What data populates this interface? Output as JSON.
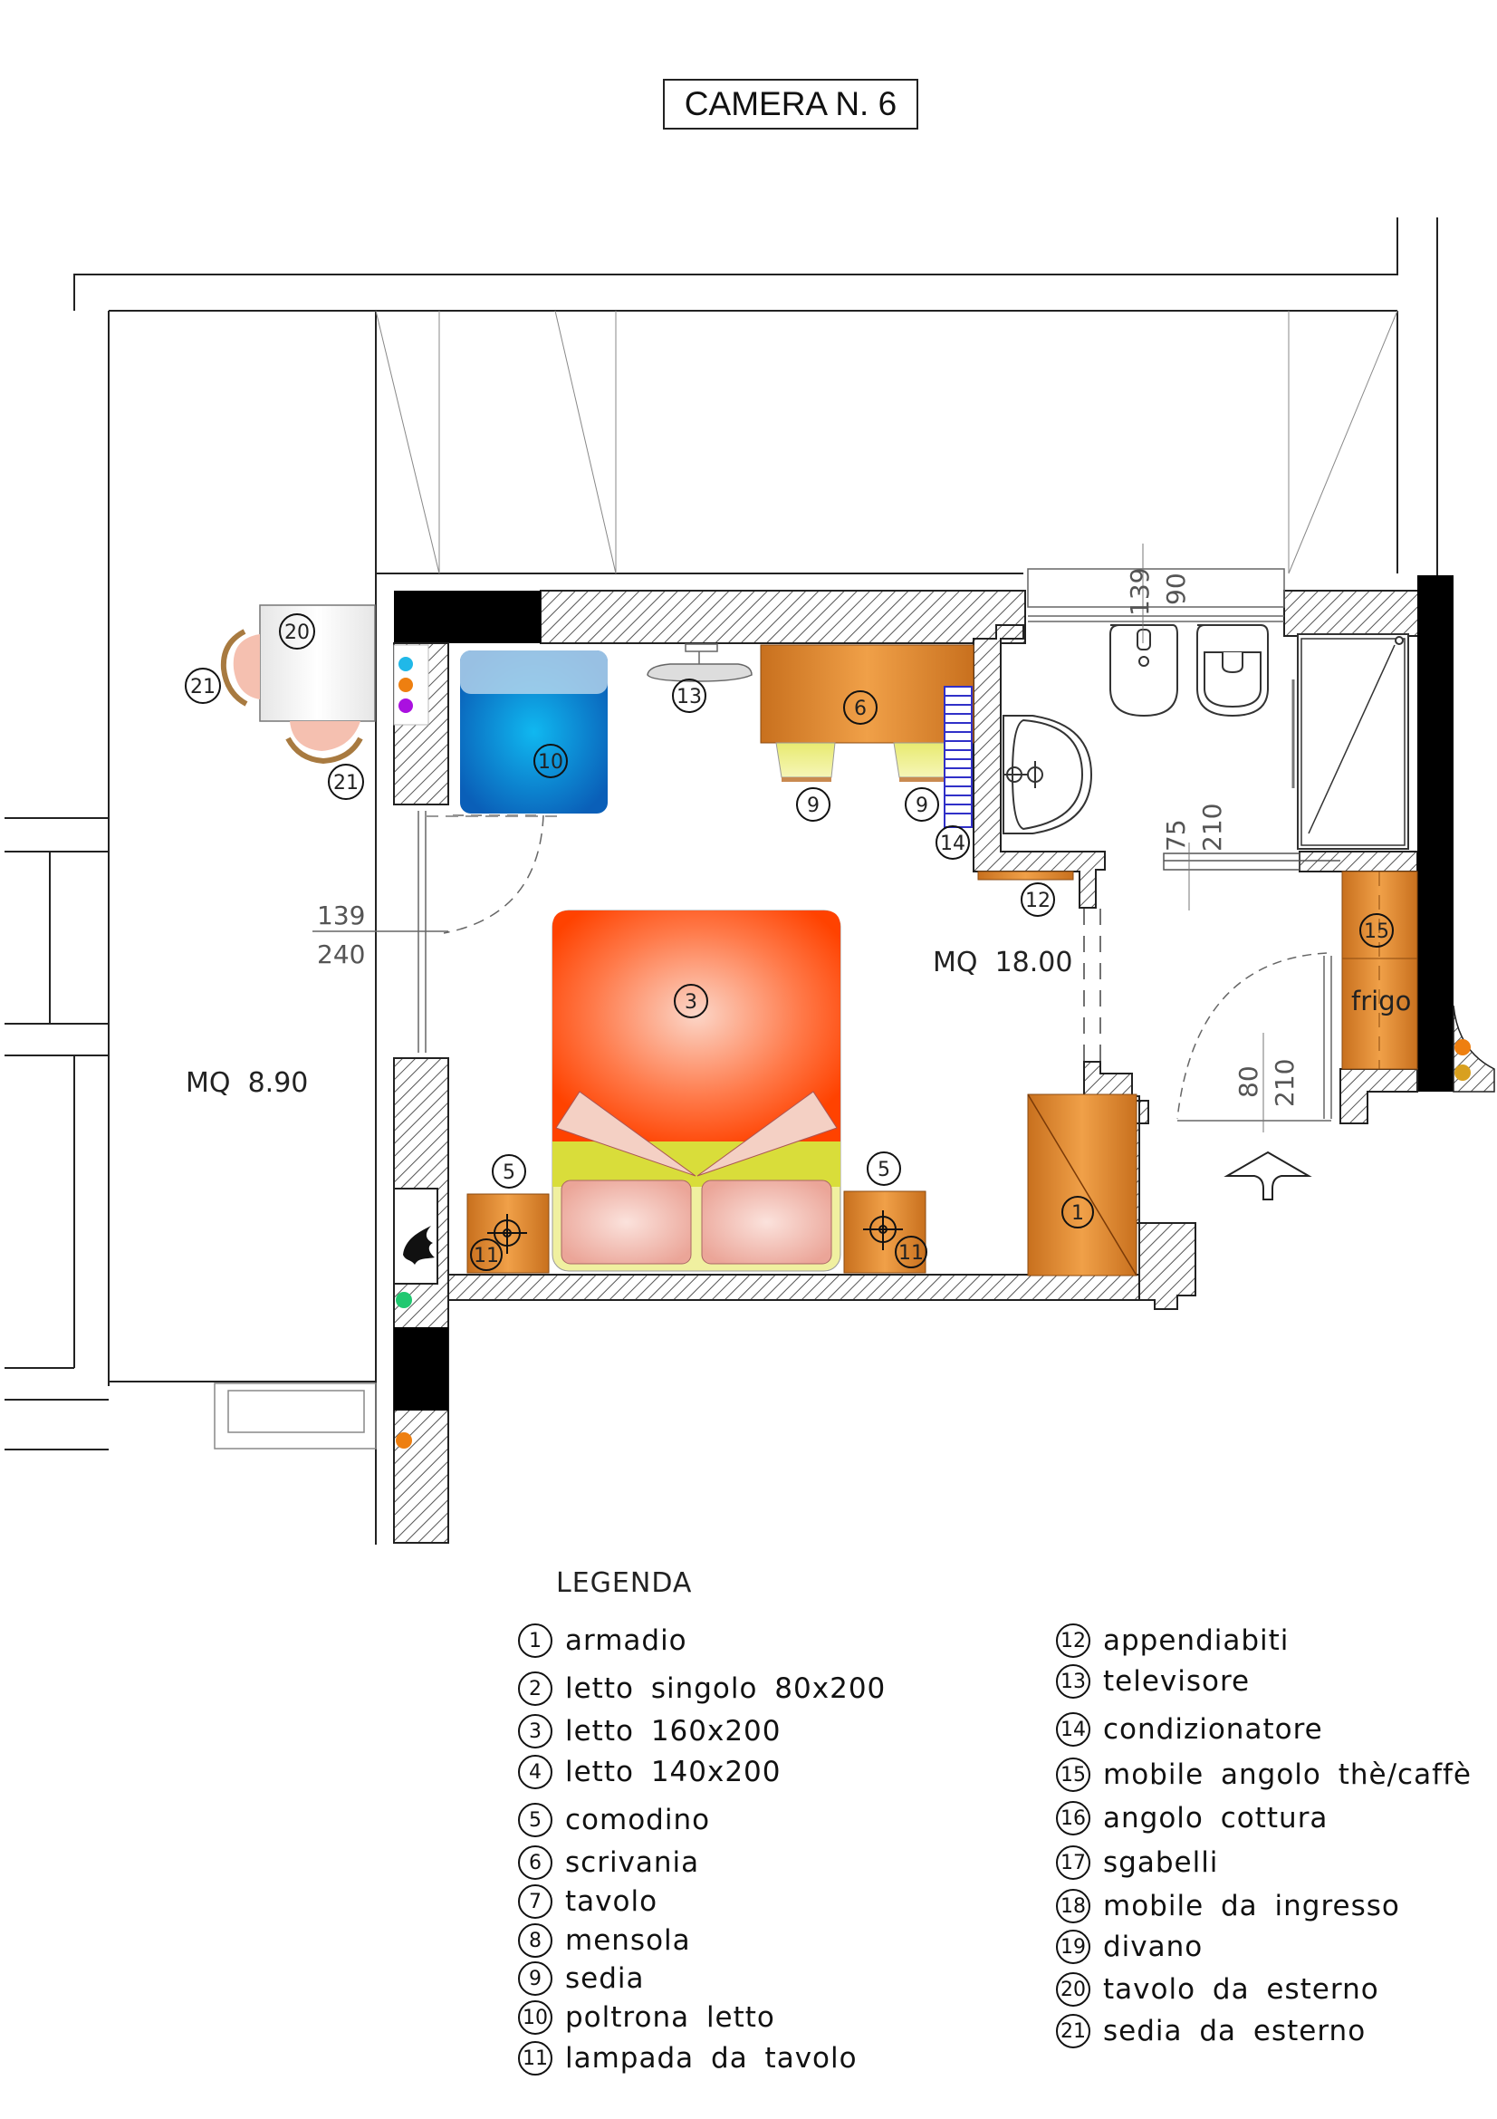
{
  "header": {
    "title": "CAMERA N. 6"
  },
  "plan": {
    "room_area": "MQ  18.00",
    "terrace_area": "MQ  8.90",
    "dimensions": {
      "window_left_top": "139",
      "window_left_bottom": "240",
      "window_bath_a": "139",
      "window_bath_b": "90",
      "bath_door_a": "75",
      "bath_door_b": "210",
      "entry_door_a": "80",
      "entry_door_b": "210"
    },
    "markers": {
      "m1": "1",
      "m3": "3",
      "m5a": "5",
      "m5b": "5",
      "m6": "6",
      "m9a": "9",
      "m9b": "9",
      "m10": "10",
      "m11a": "11",
      "m11b": "11",
      "m12": "12",
      "m13": "13",
      "m14": "14",
      "m15": "15",
      "m20": "20",
      "m21a": "21",
      "m21b": "21"
    },
    "fridge_label": "frigo",
    "colors": {
      "wardrobe": "#e0882e",
      "bed_cover": "#ff4a0a",
      "bed_base": "#e0e050",
      "armchair_bed": "#0a7fd6",
      "chair": "#f0f07a",
      "air_conditioner": "#3030d0",
      "wall_black": "#000000"
    }
  },
  "legend": {
    "title": "LEGENDA",
    "items": [
      {
        "num": "1",
        "label": "armadio"
      },
      {
        "num": "2",
        "label": "letto singolo 80x200"
      },
      {
        "num": "3",
        "label": "letto 160x200"
      },
      {
        "num": "4",
        "label": "letto 140x200"
      },
      {
        "num": "5",
        "label": "comodino"
      },
      {
        "num": "6",
        "label": "scrivania"
      },
      {
        "num": "7",
        "label": "tavolo"
      },
      {
        "num": "8",
        "label": "mensola"
      },
      {
        "num": "9",
        "label": "sedia"
      },
      {
        "num": "10",
        "label": "poltrona letto"
      },
      {
        "num": "11",
        "label": "lampada da tavolo"
      },
      {
        "num": "12",
        "label": "appendiabiti"
      },
      {
        "num": "13",
        "label": "televisore"
      },
      {
        "num": "14",
        "label": "condizionatore"
      },
      {
        "num": "15",
        "label": "mobile angolo thè/caffè"
      },
      {
        "num": "16",
        "label": "angolo cottura"
      },
      {
        "num": "17",
        "label": "sgabelli"
      },
      {
        "num": "18",
        "label": "mobile da ingresso"
      },
      {
        "num": "19",
        "label": "divano"
      },
      {
        "num": "20",
        "label": "tavolo da esterno"
      },
      {
        "num": "21",
        "label": "sedia da esterno"
      }
    ]
  }
}
